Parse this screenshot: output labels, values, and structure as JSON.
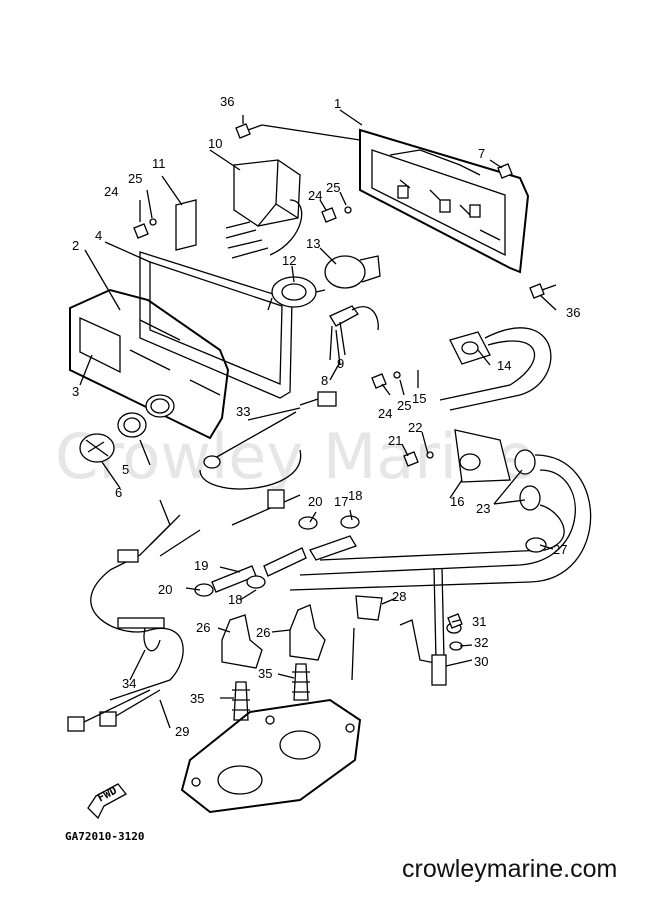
{
  "watermark": "Crowley Marine",
  "website": "crowleymarine.com",
  "drawing_code": "GA72010-3120",
  "fwd_label": "FWD",
  "callouts": [
    "36",
    "1",
    "10",
    "11",
    "7",
    "25",
    "24",
    "24",
    "25",
    "2",
    "4",
    "13",
    "12",
    "36",
    "14",
    "9",
    "8",
    "3",
    "24",
    "25",
    "15",
    "33",
    "21",
    "22",
    "5",
    "6",
    "16",
    "23",
    "20",
    "17",
    "18",
    "27",
    "19",
    "20",
    "18",
    "28",
    "31",
    "26",
    "26",
    "32",
    "30",
    "35",
    "35",
    "34",
    "29"
  ]
}
